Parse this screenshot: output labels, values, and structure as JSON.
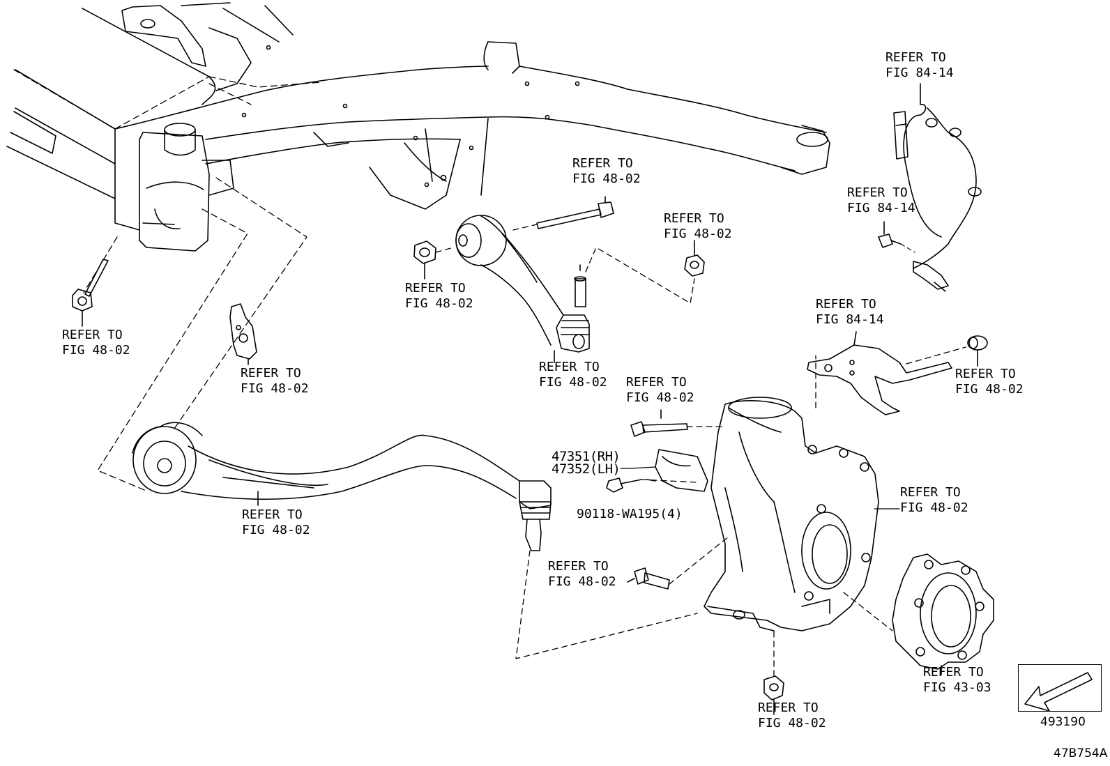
{
  "refer_to": "REFER TO",
  "refs": {
    "fig_84_14_sensor_top": "FIG 84-14",
    "fig_84_14_sensor_bolt": "FIG 84-14",
    "fig_48_02_upper_bolt": "FIG 48-02",
    "fig_48_02_nut_right": "FIG 48-02",
    "fig_48_02_nut_left": "FIG 48-02",
    "fig_48_02_frame_bolt": "FIG 48-02",
    "fig_48_02_bracket": "FIG 48-02",
    "fig_48_02_upper_arm": "FIG 48-02",
    "fig_84_14_bracket": "FIG 84-14",
    "fig_48_02_bushing": "FIG 48-02",
    "fig_48_02_knuckle_bolt": "FIG 48-02",
    "fig_48_02_lower_arm": "FIG 48-02",
    "fig_48_02_knuckle": "FIG 48-02",
    "fig_48_02_pinch_bolt": "FIG 48-02",
    "fig_43_03_hub": "FIG 43-03",
    "fig_48_02_bottom_nut": "FIG 48-02"
  },
  "parts": {
    "knuckle_rh": "47351(RH)",
    "knuckle_lh": "47352(LH)",
    "bolt": "90118-WA195(4)"
  },
  "footer": {
    "illustration_number": "493190",
    "figure_code": "47B754A"
  },
  "colors": {
    "line": "#000000",
    "background": "#ffffff"
  }
}
